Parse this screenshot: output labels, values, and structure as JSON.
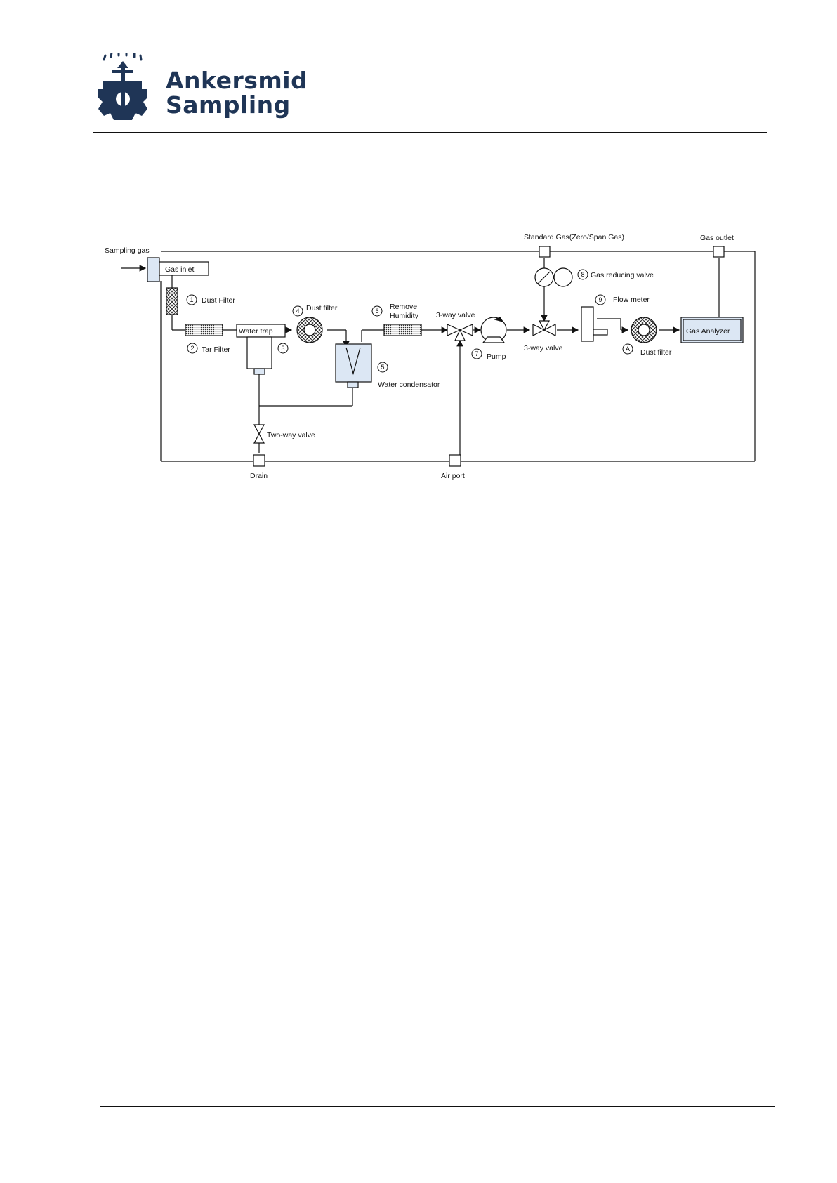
{
  "header": {
    "logo_line1": "Ankersmid",
    "logo_line2": "Sampling"
  },
  "diagram": {
    "labels": {
      "sampling_gas": "Sampling gas",
      "gas_inlet": "Gas inlet",
      "dust_filter_1": "Dust Filter",
      "tar_filter": "Tar Filter",
      "water_trap": "Water trap",
      "dust_filter_4": "Dust filter",
      "remove_humidity_1": "Remove",
      "remove_humidity_2": "Humidity",
      "water_condensator": "Water condensator",
      "two_way_valve": "Two-way valve",
      "drain": "Drain",
      "air_port": "Air port",
      "three_way_valve_1": "3-way valve",
      "pump": "Pump",
      "three_way_valve_2": "3-way valve",
      "standard_gas": "Standard Gas(Zero/Span Gas)",
      "gas_reducing_valve": "Gas reducing valve",
      "flow_meter": "Flow meter",
      "dust_filter_a": "Dust filter",
      "gas_analyzer": "Gas Analyzer",
      "gas_outlet": "Gas outlet"
    },
    "numbers": {
      "n1": "1",
      "n2": "2",
      "n3": "3",
      "n4": "4",
      "n5": "5",
      "n6": "6",
      "n7": "7",
      "n8": "8",
      "n9": "9",
      "nA": "A"
    }
  }
}
